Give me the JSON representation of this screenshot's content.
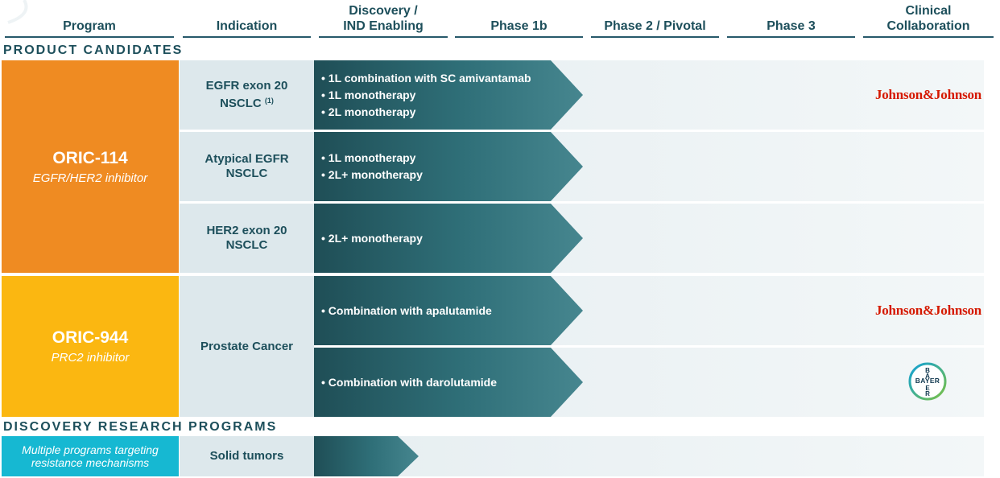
{
  "header": {
    "program": "Program",
    "indication": "Indication",
    "discovery_line1": "Discovery /",
    "discovery_line2": "IND Enabling",
    "phase1b": "Phase 1b",
    "phase2": "Phase 2 / Pivotal",
    "phase3": "Phase 3",
    "collab_line1": "Clinical",
    "collab_line2": "Collaboration"
  },
  "sections": {
    "product_candidates": "PRODUCT CANDIDATES",
    "discovery_research": "DISCOVERY RESEARCH PROGRAMS"
  },
  "programs": {
    "oric114": {
      "name": "ORIC-114",
      "subtitle": "EGFR/HER2 inhibitor"
    },
    "oric944": {
      "name": "ORIC-944",
      "subtitle": "PRC2 inhibitor"
    },
    "discovery": {
      "line1": "Multiple programs targeting",
      "line2": "resistance mechanisms"
    }
  },
  "indications": {
    "egfr_exon20_line1": "EGFR exon 20",
    "egfr_exon20_line2": "NSCLC",
    "egfr_exon20_note": "(1)",
    "atypical_line1": "Atypical EGFR",
    "atypical_line2": "NSCLC",
    "her2_line1": "HER2 exon 20",
    "her2_line2": "NSCLC",
    "prostate": "Prostate Cancer",
    "solid": "Solid tumors"
  },
  "arrows": {
    "egfr_exon20": [
      "• 1L combination with SC amivantamab",
      "• 1L monotherapy",
      "• 2L monotherapy"
    ],
    "atypical": [
      "• 1L monotherapy",
      "• 2L+ monotherapy"
    ],
    "her2": [
      "• 2L+ monotherapy"
    ],
    "prostate_apa": [
      "• Combination with apalutamide"
    ],
    "prostate_daro": [
      "• Combination with darolutamide"
    ]
  },
  "collaborators": {
    "jj1": "Johnson&Johnson",
    "jj2": "Johnson&Johnson",
    "bayer": "BAYER"
  },
  "colors": {
    "oric114": "#ef8b22",
    "oric944": "#fbb711",
    "discovery": "#16b8d2",
    "header_text": "#1d4f5b",
    "jj_red": "#d51900"
  }
}
